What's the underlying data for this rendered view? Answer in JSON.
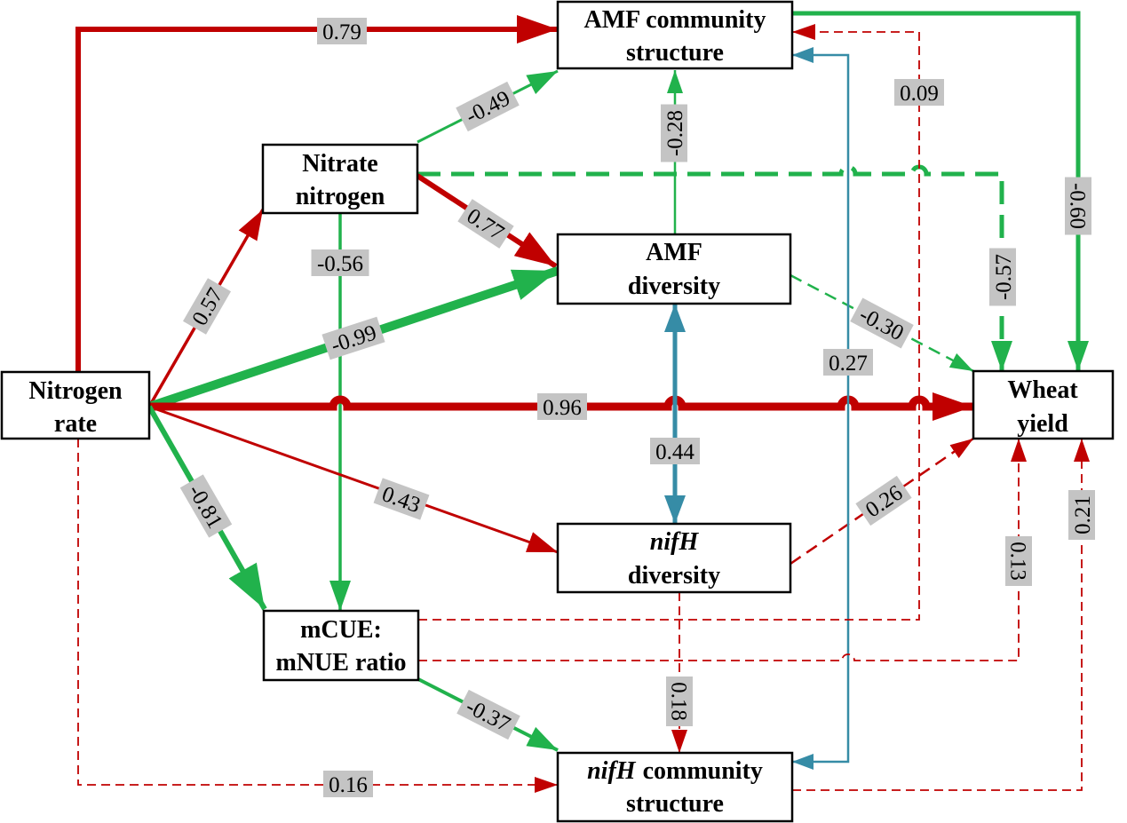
{
  "colors": {
    "positive": "#c00000",
    "negative": "#21b24c",
    "correlation": "#368ca6",
    "label_bg": "#c4c4c4",
    "node_border": "#000000"
  },
  "nodes": {
    "amf_community": {
      "line1": "AMF community",
      "line2": "structure"
    },
    "nitrate": {
      "line1": "Nitrate",
      "line2": "nitrogen"
    },
    "amf_diversity": {
      "line1": "AMF",
      "line2": "diversity"
    },
    "nitrogen_rate": {
      "line1": "Nitrogen",
      "line2": "rate"
    },
    "wheat_yield": {
      "line1": "Wheat",
      "line2": "yield"
    },
    "nifh_diversity": {
      "line1": "nifH",
      "line2": "diversity"
    },
    "mcue": {
      "line1": "mCUE:",
      "line2": "mNUE ratio"
    },
    "nifh_community": {
      "line1_italic": "nifH",
      "line1": "community",
      "line2": "structure"
    }
  },
  "edges": {
    "nitrogen_rate_to_amf_community": "0.79",
    "nitrate_to_amf_community": "-0.49",
    "amf_diversity_to_amf_community": "-0.28",
    "amf_community_to_wheat_yield": "-0.60",
    "nitrate_to_wheat_yield": "-0.57",
    "nitrate_to_amf_diversity": "0.77",
    "nitrate_to_mcue": "-0.56",
    "nitrogen_rate_to_nitrate": "0.57",
    "nitrogen_rate_to_amf_diversity": "-0.99",
    "nitrogen_rate_to_wheat_yield": "0.96",
    "nitrogen_rate_to_nifh_diversity": "0.43",
    "nitrogen_rate_to_mcue": "-0.81",
    "nitrogen_rate_to_nifh_community": "0.16",
    "amf_diversity_with_nifh_diversity": "0.44",
    "amf_diversity_to_wheat_yield": "-0.30",
    "nifh_diversity_to_wheat_yield": "0.26",
    "nifh_community_with_amf_community": "0.27",
    "mcue_to_amf_community": "0.09",
    "mcue_to_wheat_yield": "0.13",
    "mcue_to_nifh_community": "-0.37",
    "nifh_diversity_to_nifh_community": "0.18",
    "nifh_community_to_wheat_yield": "0.21"
  }
}
